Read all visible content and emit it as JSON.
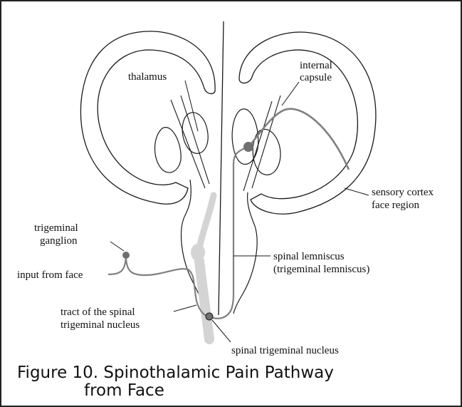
{
  "colors": {
    "outline": "#1a1a1a",
    "pathway": "#808080",
    "nucleus_tract": "#d4d4d4",
    "cell_body": "#707070"
  },
  "labels": {
    "thalamus": "thalamus",
    "internal_capsule_1": "internal",
    "internal_capsule_2": "capsule",
    "sensory_cortex_1": "sensory cortex",
    "sensory_cortex_2": "face region",
    "trigeminal_ganglion_1": "trigeminal",
    "trigeminal_ganglion_2": "ganglion",
    "input_from_face": "input from face",
    "spinal_lemniscus_1": "spinal lemniscus",
    "spinal_lemniscus_2": "(trigeminal lemniscus)",
    "tract_spinal_trigeminal_1": "tract of the spinal",
    "tract_spinal_trigeminal_2": "trigeminal nucleus",
    "spinal_trigeminal_nucleus": "spinal trigeminal nucleus"
  },
  "caption": {
    "line1": "Figure 10. Spinothalamic Pain Pathway",
    "line2": "from Face"
  }
}
